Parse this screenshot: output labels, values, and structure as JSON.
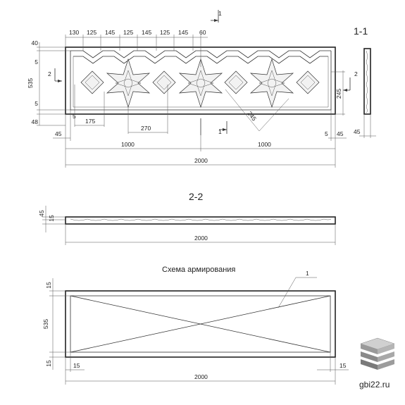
{
  "top_dims": [
    "130",
    "125",
    "145",
    "125",
    "145",
    "125",
    "145",
    "60"
  ],
  "section_1_1": "1-1",
  "section_2_2": "2-2",
  "cut_mark": "1",
  "side_mark": "2",
  "left_dims": [
    "40",
    "5",
    "535",
    "5",
    "48"
  ],
  "front": {
    "d175": "175",
    "d270": "270",
    "d5_bottom": "5",
    "d245_diag": "245",
    "d245_right": "245",
    "d45_left": "45",
    "d5_right": "5",
    "d45_right": "45",
    "half_left": "1000",
    "half_right": "1000",
    "total": "2000",
    "side_45": "45"
  },
  "section2": {
    "d45": "45",
    "d15": "15",
    "total": "2000"
  },
  "reinforcement": {
    "title": "Схема армирования",
    "leader": "1",
    "d15_top": "15",
    "d535": "535",
    "d15_bot": "15",
    "d15_left": "15",
    "d15_right": "15",
    "total": "2000"
  },
  "watermark": "gbi22.ru",
  "logo_icon": "stacked-slabs-icon"
}
